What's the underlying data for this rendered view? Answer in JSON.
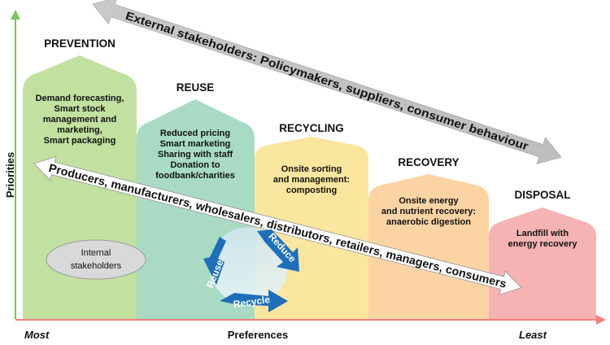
{
  "axes": {
    "y_label": "Priorities",
    "x_label": "Preferences",
    "x_left": "Most",
    "x_right": "Least"
  },
  "tiers": [
    {
      "title": "PREVENTION",
      "lines": [
        "Demand forecasting,",
        "Smart stock",
        "management and",
        "marketing,",
        "Smart packaging"
      ],
      "color": "#c2e0a0"
    },
    {
      "title": "REUSE",
      "lines": [
        "Reduced pricing",
        "Smart marketing",
        "Sharing with staff",
        "Donation to",
        "foodbank/charities"
      ],
      "color": "#a9dbc4"
    },
    {
      "title": "RECYCLING",
      "lines": [
        "Onsite sorting",
        "and management:",
        "composting"
      ],
      "color": "#fbe6a0"
    },
    {
      "title": "RECOVERY",
      "lines": [
        "Onsite energy",
        "and nutrient recovery:",
        "anaerobic digestion"
      ],
      "color": "#fcd4a4"
    },
    {
      "title": "DISPOSAL",
      "lines": [
        "Landfill with",
        "energy recovery"
      ],
      "color": "#f6b3b3"
    }
  ],
  "external_arrow": "External stakeholders: Policymakers, suppliers, consumer behaviour",
  "internal_arrow": "Producers, manufacturers, wholesalers, distributors, retailers, managers, consumers",
  "internal_badge": [
    "Internal",
    "stakeholders"
  ],
  "cycle": {
    "reuse": "Reuse",
    "reduce": "Reduce",
    "recycle": "Recycle",
    "color": "#1f6fb8"
  }
}
